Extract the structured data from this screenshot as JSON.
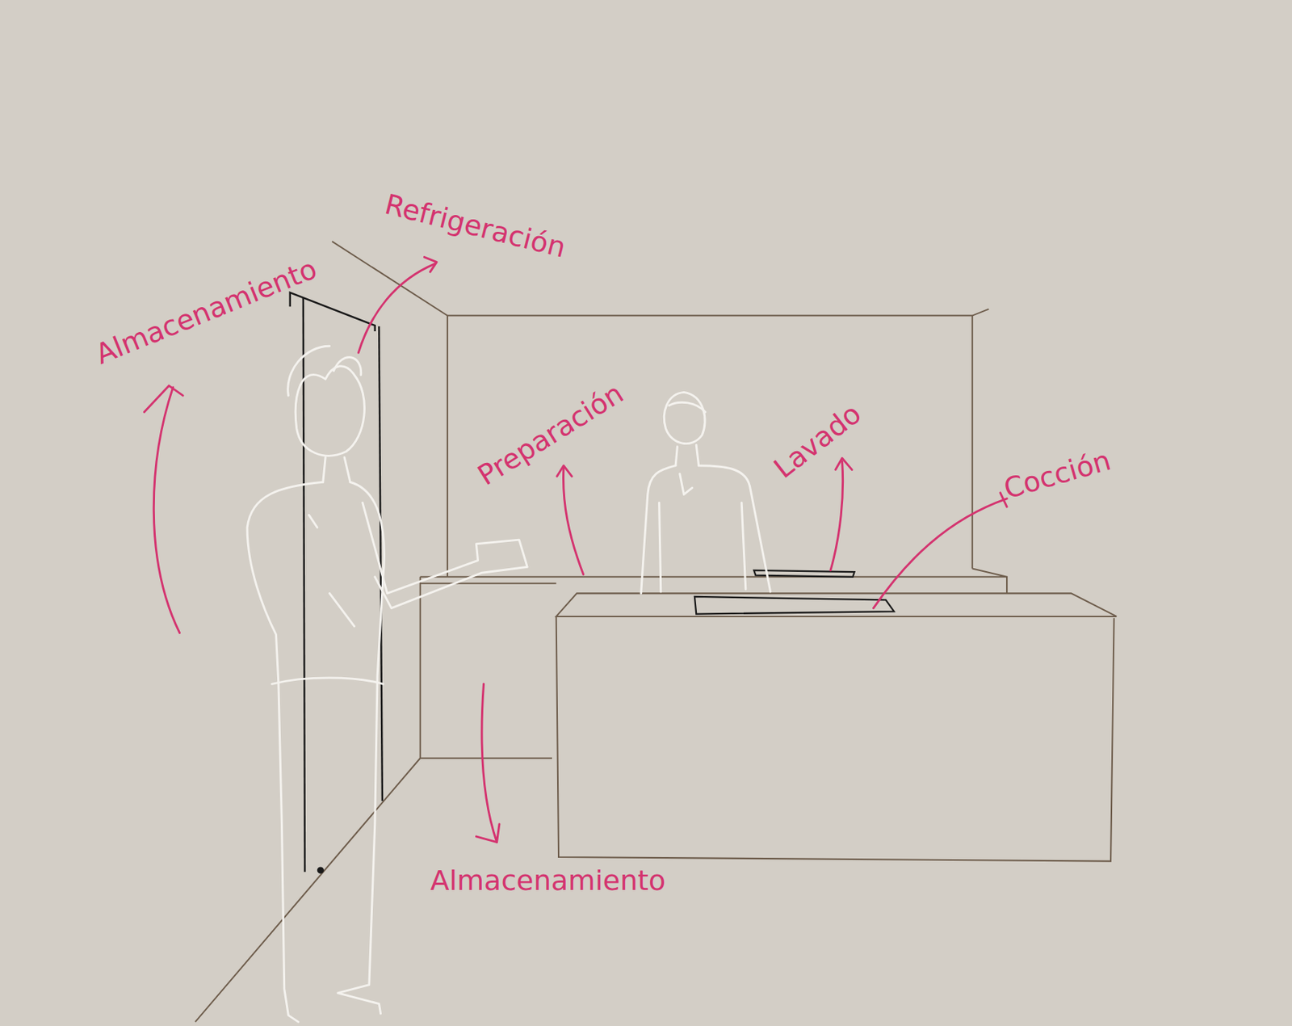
{
  "diagram": {
    "labels": [
      "Refrigeración",
      "Almacenamiento",
      "Preparación",
      "Lavado",
      "Cocción",
      "Almacenamiento"
    ]
  }
}
